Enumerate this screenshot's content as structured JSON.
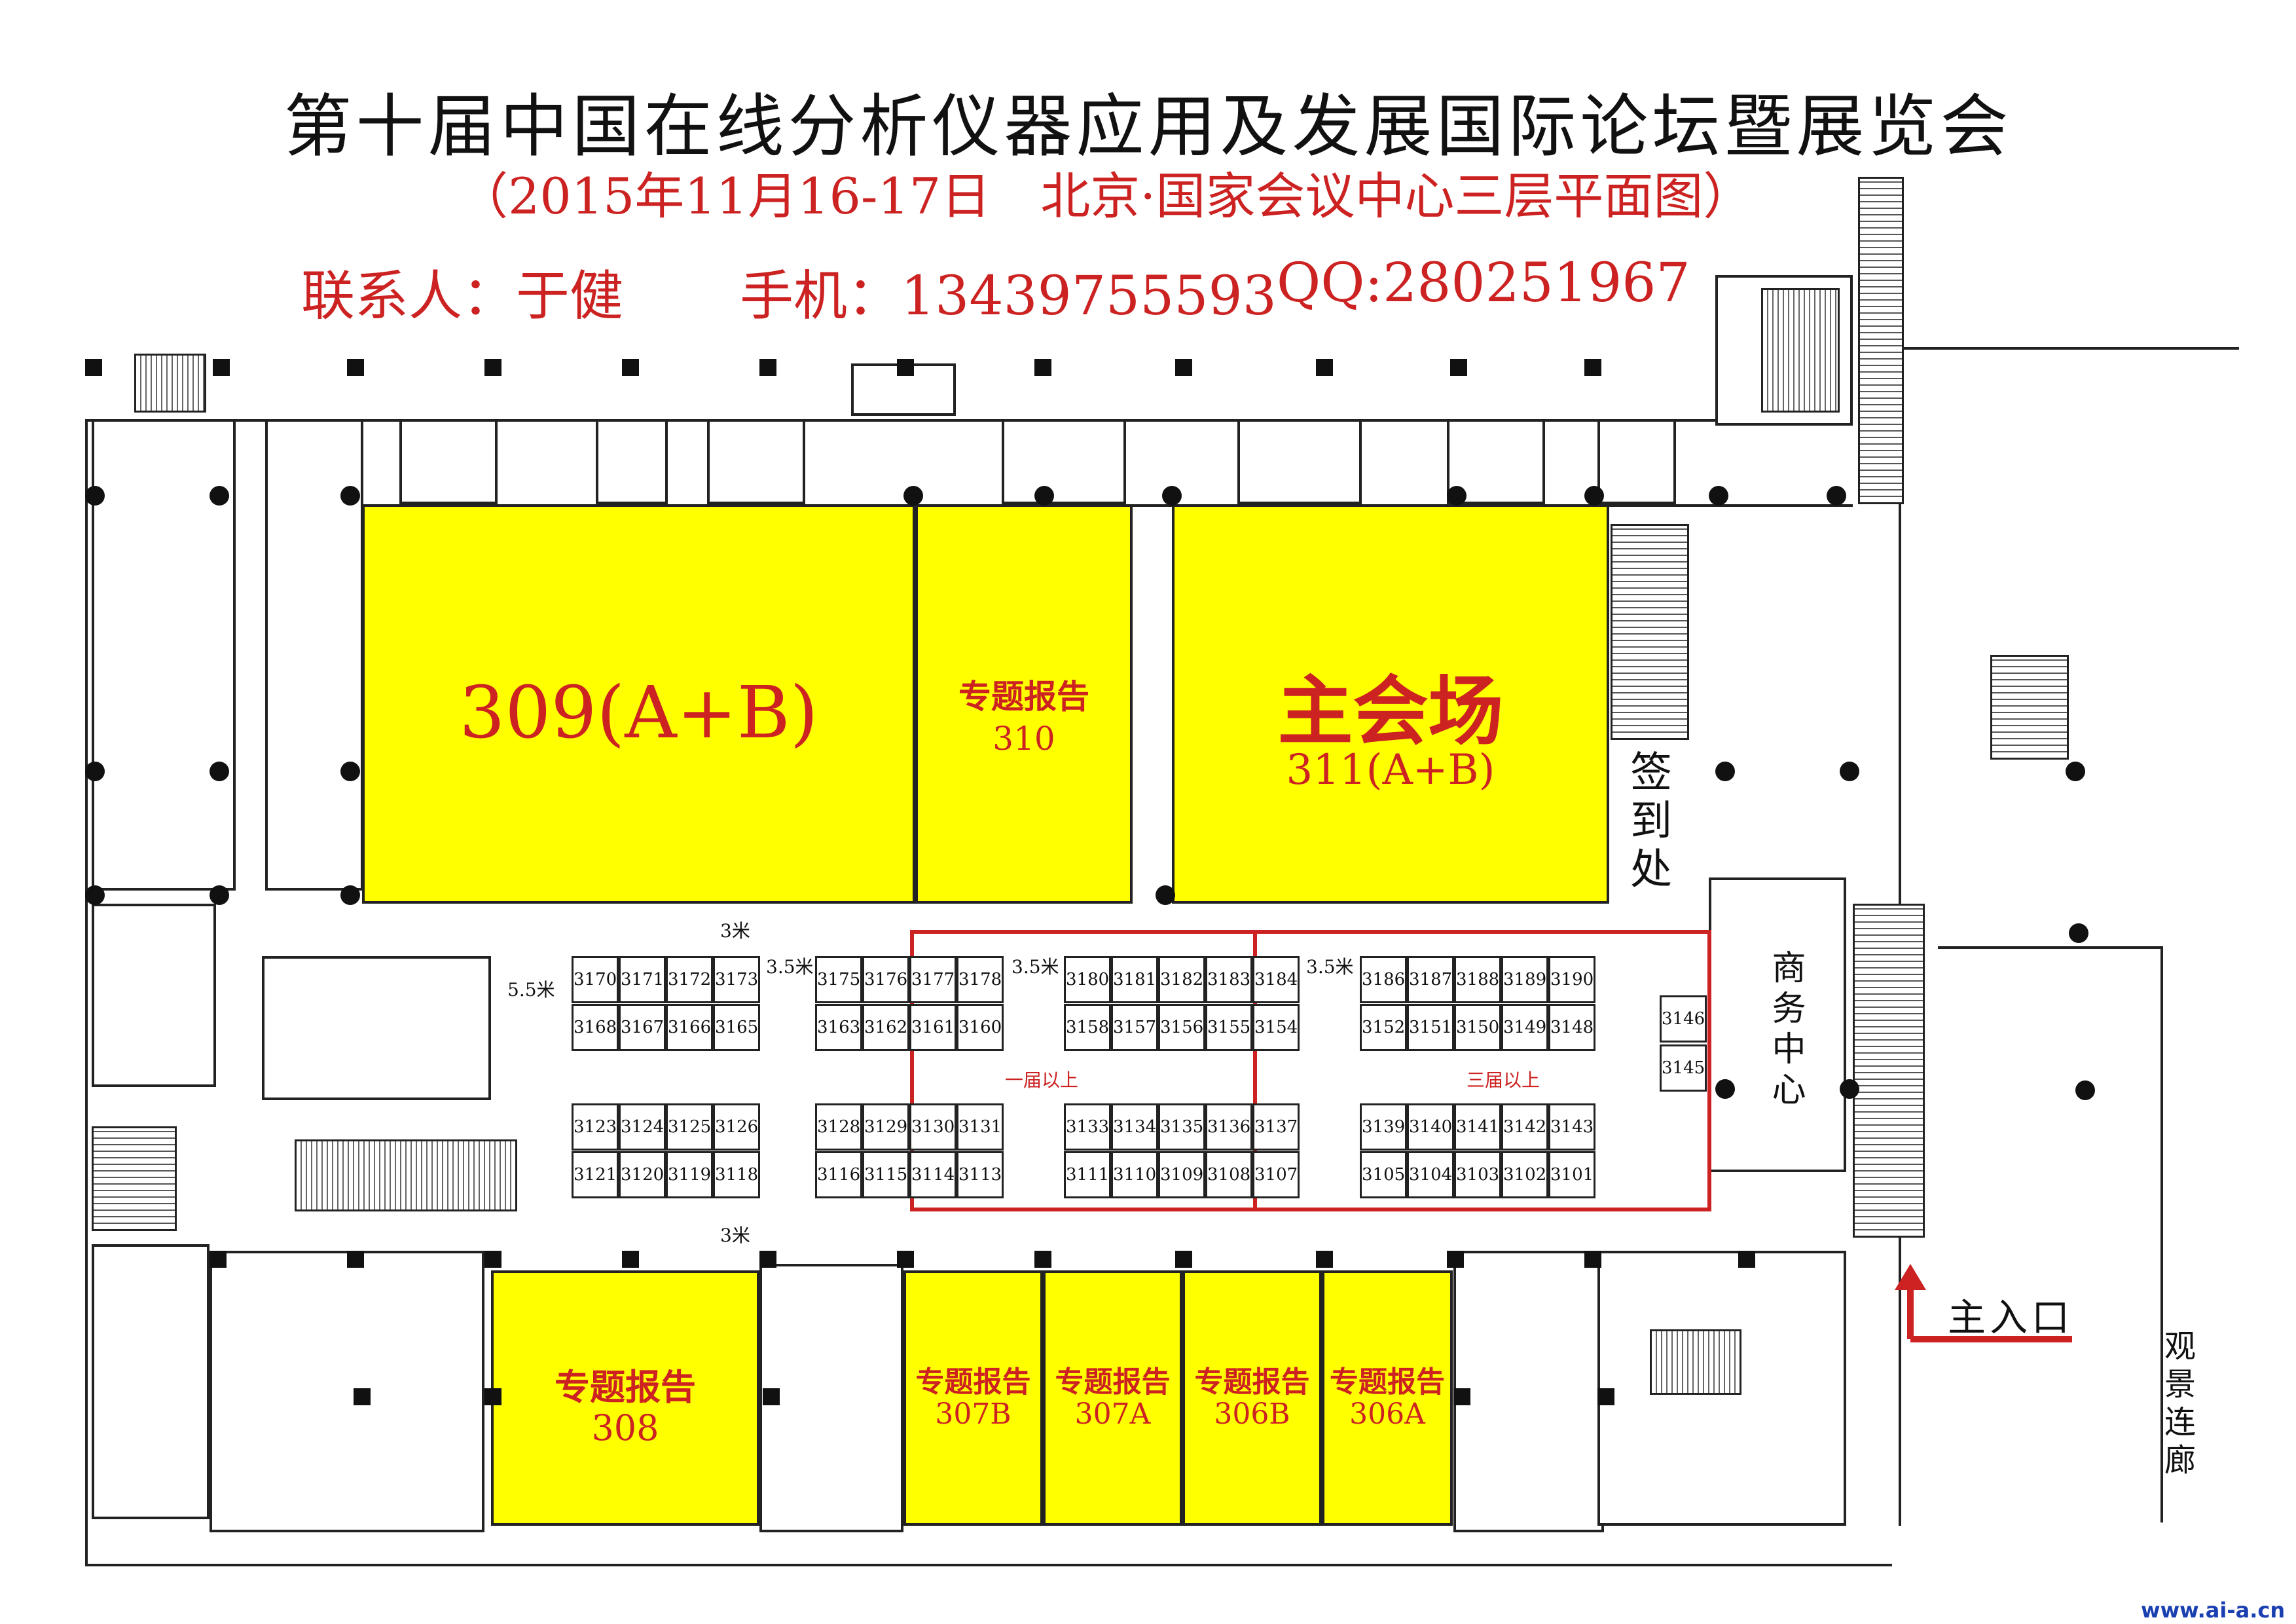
{
  "title": "第十届中国在线分析仪器应用及发展国际论坛暨展览会",
  "subtitle": "（2015年11月16-17日　北京·国家会议中心三层平面图）",
  "contact": {
    "person": "联系人：于健",
    "phone": "手机：13439755593",
    "qq": "QQ:280251967"
  },
  "colors": {
    "hall": "#ffff00",
    "accent": "#cc2222",
    "line": "#222222"
  },
  "halls": {
    "h309": {
      "name": "309(A+B)"
    },
    "h310": {
      "name": "专题报告",
      "number": "310"
    },
    "h311": {
      "name": "主会场",
      "number": "311(A+B)"
    },
    "h308": {
      "name": "专题报告",
      "number": "308"
    },
    "h307b": {
      "name": "专题报告",
      "number": "307B"
    },
    "h307a": {
      "name": "专题报告",
      "number": "307A"
    },
    "h306b": {
      "name": "专题报告",
      "number": "306B"
    },
    "h306a": {
      "name": "专题报告",
      "number": "306A"
    }
  },
  "labels": {
    "checkin": "签到处",
    "business_center": "商务中心",
    "main_entrance": "主入口",
    "corridor": "观景连廊",
    "zone1": "一届以上",
    "zone3": "三届以上",
    "watermark": "www.ai-a.cn"
  },
  "dimensions": {
    "d3m_top": "3米",
    "d3m_bottom": "3米",
    "d55m": "5.5米",
    "d35a": "3.5米",
    "d35b": "3.5米",
    "d35c": "3.5米"
  },
  "booths": {
    "row1": [
      "3170",
      "3171",
      "3172",
      "3173",
      "3175",
      "3176",
      "3177",
      "3178",
      "3180",
      "3181",
      "3182",
      "3183",
      "3184",
      "3186",
      "3187",
      "3188",
      "3189",
      "3190"
    ],
    "row2": [
      "3168",
      "3167",
      "3166",
      "3165",
      "3163",
      "3162",
      "3161",
      "3160",
      "3158",
      "3157",
      "3156",
      "3155",
      "3154",
      "3152",
      "3151",
      "3150",
      "3149",
      "3148"
    ],
    "row3": [
      "3123",
      "3124",
      "3125",
      "3126",
      "3128",
      "3129",
      "3130",
      "3131",
      "3133",
      "3134",
      "3135",
      "3136",
      "3137",
      "3139",
      "3140",
      "3141",
      "3142",
      "3143"
    ],
    "row4": [
      "3121",
      "3120",
      "3119",
      "3118",
      "3116",
      "3115",
      "3114",
      "3113",
      "3111",
      "3110",
      "3109",
      "3108",
      "3107",
      "3105",
      "3104",
      "3103",
      "3102",
      "3101"
    ],
    "side": [
      "3146",
      "3145"
    ]
  }
}
